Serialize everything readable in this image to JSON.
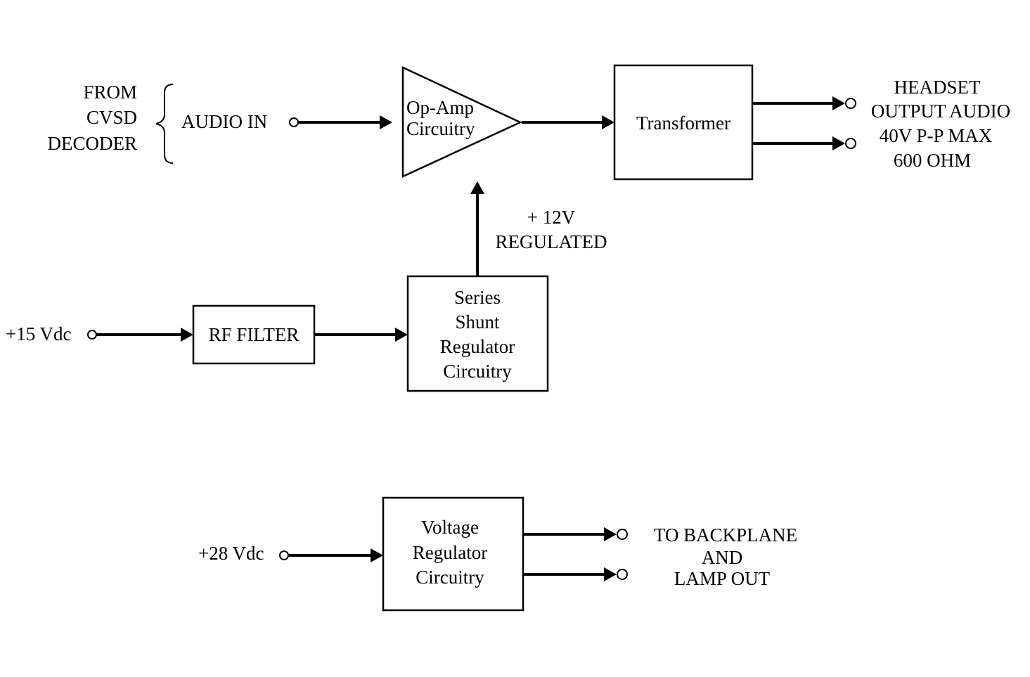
{
  "source": {
    "from_lines": [
      "FROM",
      "CVSD",
      "DECODER"
    ],
    "audio_in": "AUDIO IN"
  },
  "op_amp": {
    "lines": [
      "Op-Amp",
      "Circuitry"
    ]
  },
  "transformer": {
    "label": "Transformer"
  },
  "headset_output": {
    "lines": [
      "HEADSET",
      "OUTPUT AUDIO",
      "40V P-P MAX",
      "600 OHM"
    ]
  },
  "regulated_supply": {
    "lines": [
      "+ 12V",
      "REGULATED"
    ]
  },
  "input_15v": {
    "label": "+15 Vdc"
  },
  "rf_filter": {
    "label": "RF FILTER"
  },
  "series_shunt": {
    "lines": [
      "Series",
      "Shunt",
      "Regulator",
      "Circuitry"
    ]
  },
  "input_28v": {
    "label": "+28 Vdc"
  },
  "voltage_regulator": {
    "lines": [
      "Voltage",
      "Regulator",
      "Circuitry"
    ]
  },
  "backplane_output": {
    "lines": [
      "TO BACKPLANE",
      "AND",
      "LAMP OUT"
    ]
  }
}
